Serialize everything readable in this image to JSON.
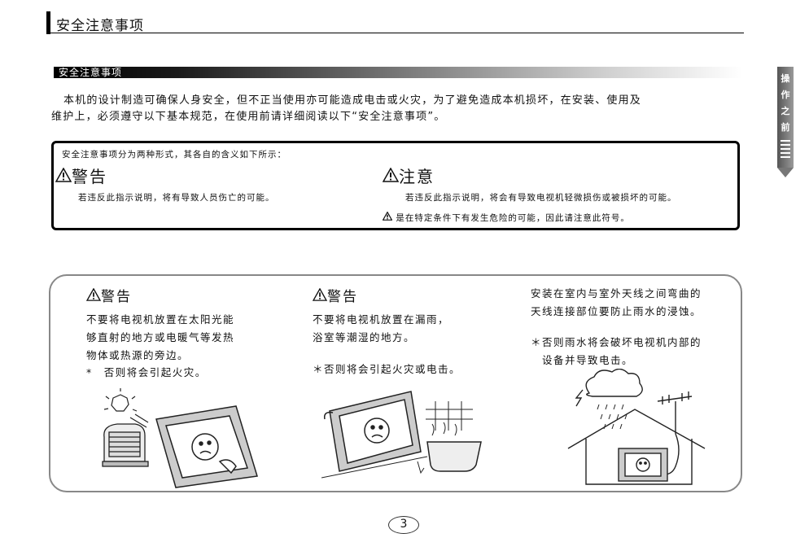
{
  "header": {
    "title": "安全注意事项"
  },
  "section": {
    "title": "安全注意事项"
  },
  "side_tab": {
    "chars": [
      "操",
      "作",
      "之",
      "前"
    ]
  },
  "intro": {
    "line1": "本机的设计制造可确保人身安全，但不正当使用亦可能造成电击或火灾，为了避免造成本机损坏，在安装、使用及",
    "line2": "维护上，必须遵守以下基本规范，在使用前请详细阅读以下“安全注意事项”。"
  },
  "definitions": {
    "lead": "安全注意事项分为两种形式，其各自的含义如下所示：",
    "warning": {
      "heading": "警告",
      "text": "若违反此指示说明，将有导致人员伤亡的可能。"
    },
    "caution": {
      "heading": "注意",
      "text": "若违反此指示说明，将会有导致电视机轻微损伤或被损坏的可能。",
      "symbol_note": "是在特定条件下有发生危险的可能，因此请注意此符号。"
    }
  },
  "warnings": [
    {
      "heading": "警告",
      "lines": [
        "不要将电视机放置在太阳光能",
        "够直射的地方或电暖气等发热",
        "物体或热源的旁边。"
      ],
      "note": "*　否则将会引起火灾。",
      "illustration": "tv-sun-heater-illustration"
    },
    {
      "heading": "警告",
      "lines": [
        "不要将电视机放置在漏雨，",
        "浴室等潮湿的地方。"
      ],
      "note": "＊否则将会引起火灾或电击。",
      "illustration": "tv-bathroom-illustration"
    },
    {
      "lines": [
        "安装在室内与室外天线之间弯曲的",
        "天线连接部位要防止雨水的浸蚀。"
      ],
      "note_lines": [
        "＊否则雨水将会破坏电视机内部的",
        "设备并导致电击。"
      ],
      "illustration": "tv-house-rain-illustration"
    }
  ],
  "page_number": "3",
  "colors": {
    "text": "#111111",
    "panel_border": "#888888",
    "box_border": "#000000"
  }
}
